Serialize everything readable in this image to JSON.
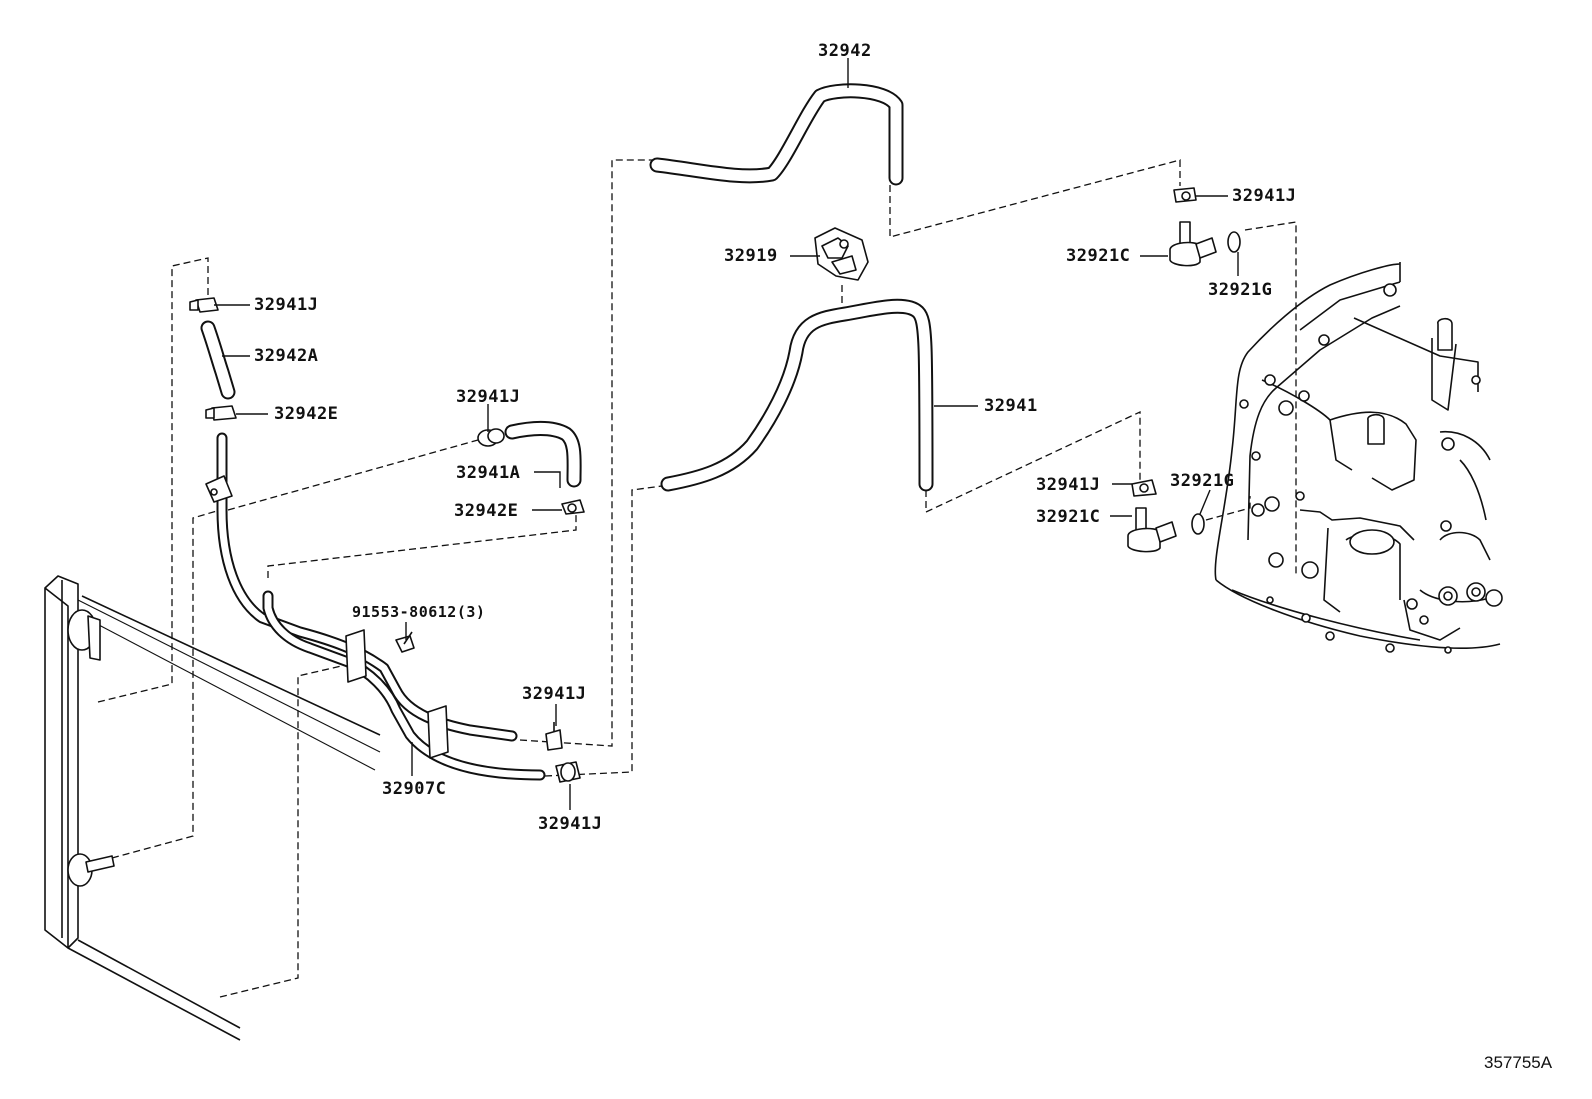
{
  "figure_ref": "357755A",
  "labels": {
    "l_32942": "32942",
    "l_32941j_top": "32941J",
    "l_32921c_top": "32921C",
    "l_32921g_top": "32921G",
    "l_32919": "32919",
    "l_32941": "32941",
    "l_32941j_left": "32941J",
    "l_32942a": "32942A",
    "l_32942e_left": "32942E",
    "l_32941j_mid": "32941J",
    "l_32941a": "32941A",
    "l_32942e_mid": "32942E",
    "l_91553": "91553-80612(3)",
    "l_32941j_cooler_a": "32941J",
    "l_32907c": "32907C",
    "l_32941j_cooler_b": "32941J",
    "l_32941j_right": "32941J",
    "l_32921g_right": "32921G",
    "l_32921c_right": "32921C"
  }
}
